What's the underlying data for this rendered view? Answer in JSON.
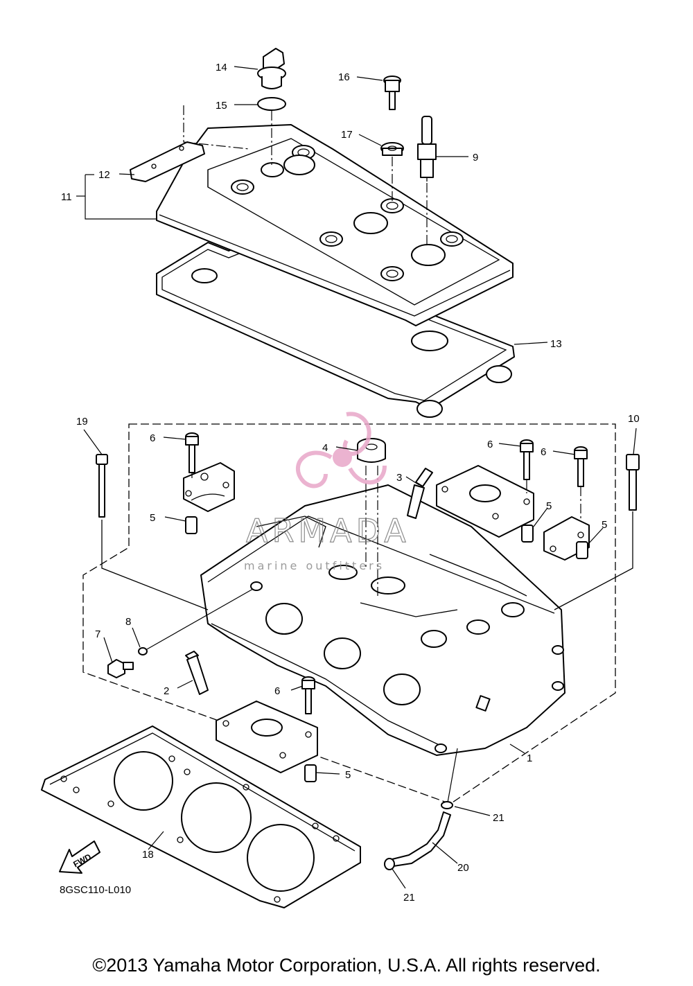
{
  "diagram": {
    "callouts": [
      {
        "id": "c1",
        "label": "1"
      },
      {
        "id": "c2",
        "label": "2"
      },
      {
        "id": "c3",
        "label": "3"
      },
      {
        "id": "c4",
        "label": "4"
      },
      {
        "id": "c5a",
        "label": "5"
      },
      {
        "id": "c5b",
        "label": "5"
      },
      {
        "id": "c5c",
        "label": "5"
      },
      {
        "id": "c5d",
        "label": "5"
      },
      {
        "id": "c6a",
        "label": "6"
      },
      {
        "id": "c6b",
        "label": "6"
      },
      {
        "id": "c6c",
        "label": "6"
      },
      {
        "id": "c6d",
        "label": "6"
      },
      {
        "id": "c7",
        "label": "7"
      },
      {
        "id": "c8",
        "label": "8"
      },
      {
        "id": "c9",
        "label": "9"
      },
      {
        "id": "c10",
        "label": "10"
      },
      {
        "id": "c11",
        "label": "11"
      },
      {
        "id": "c12",
        "label": "12"
      },
      {
        "id": "c13",
        "label": "13"
      },
      {
        "id": "c14",
        "label": "14"
      },
      {
        "id": "c15",
        "label": "15"
      },
      {
        "id": "c16",
        "label": "16"
      },
      {
        "id": "c17",
        "label": "17"
      },
      {
        "id": "c18",
        "label": "18"
      },
      {
        "id": "c19",
        "label": "19"
      },
      {
        "id": "c20",
        "label": "20"
      },
      {
        "id": "c21a",
        "label": "21"
      },
      {
        "id": "c21b",
        "label": "21"
      }
    ],
    "fwd_label": "FWD",
    "drawing_code": "8GSC110-L010"
  },
  "watermark": {
    "brand": "ARMADA",
    "tagline": "marine outfitters",
    "color": "#e8a6c8"
  },
  "footer": {
    "copyright": "©2013 Yamaha Motor Corporation, U.S.A. All rights reserved."
  }
}
